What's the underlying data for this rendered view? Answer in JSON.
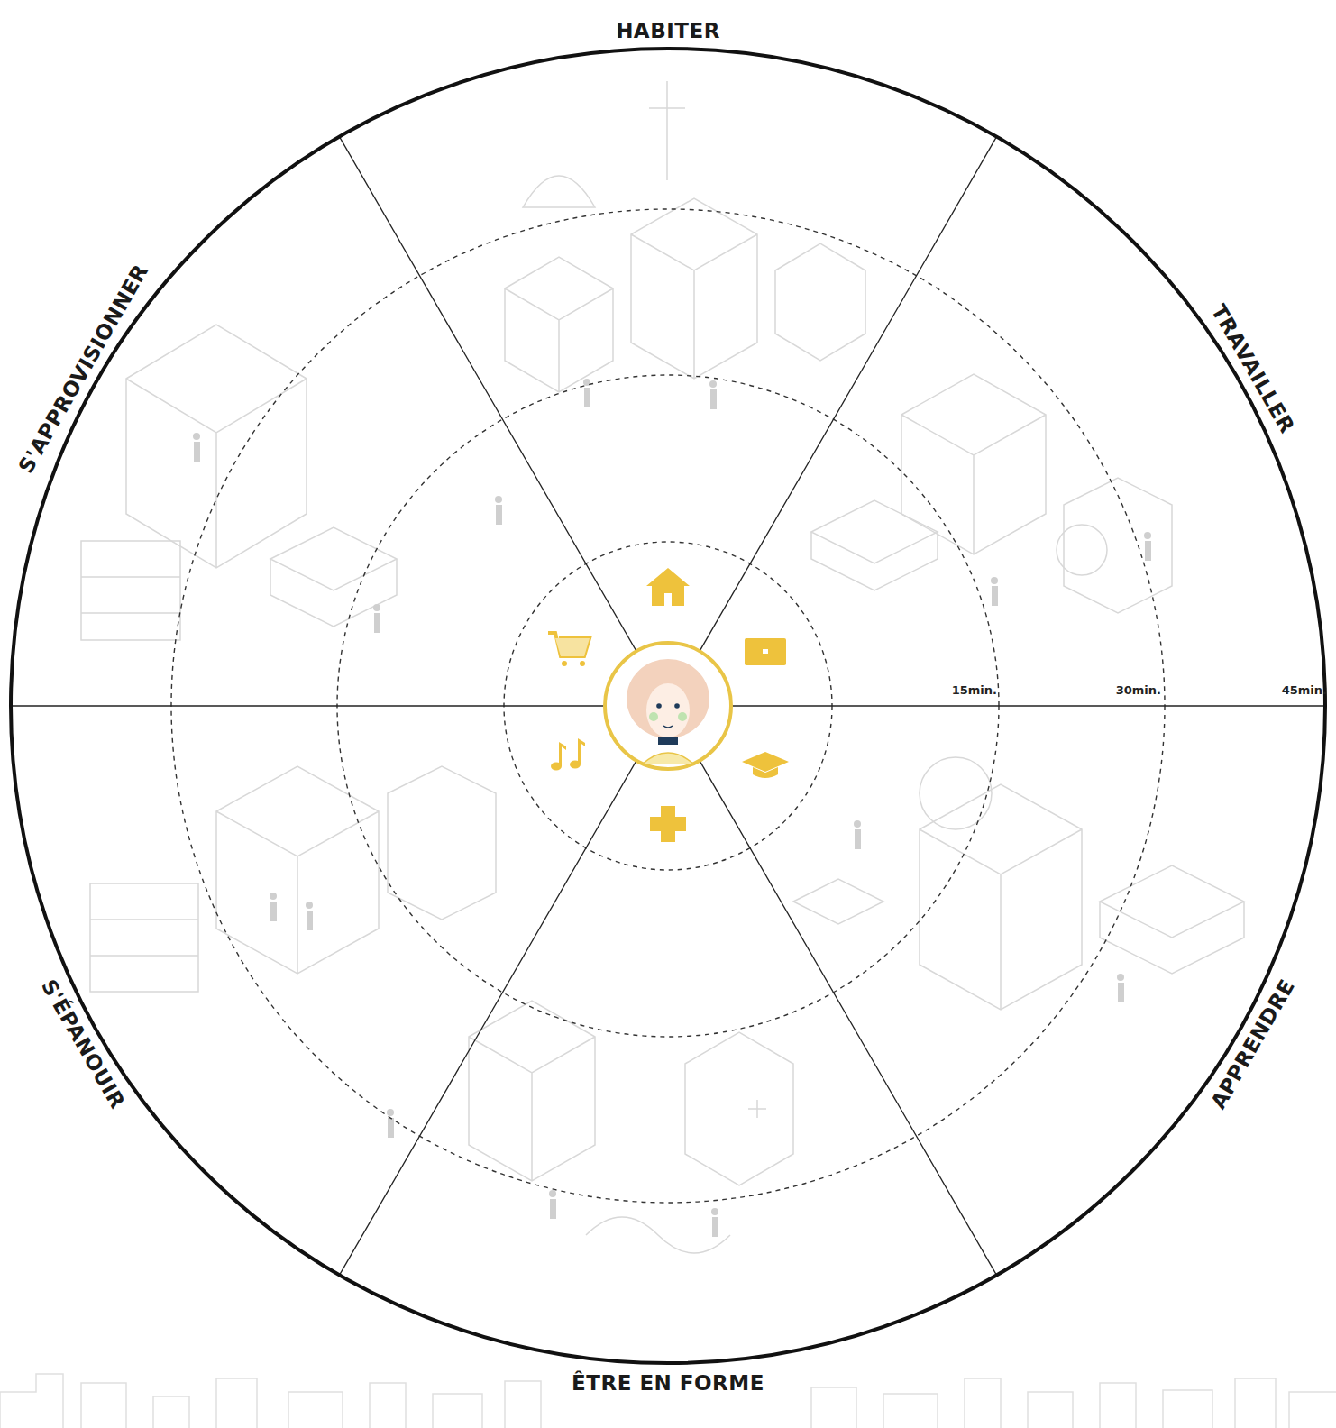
{
  "diagram": {
    "labels": [
      "HABITER",
      "TRAVAILLER",
      "APPRENDRE",
      "ÊTRE EN FORME",
      "S'ÉPANOUIR",
      "S'APPROVISIONNER",
      "15min.",
      "30min.",
      "45min."
    ]
  }
}
